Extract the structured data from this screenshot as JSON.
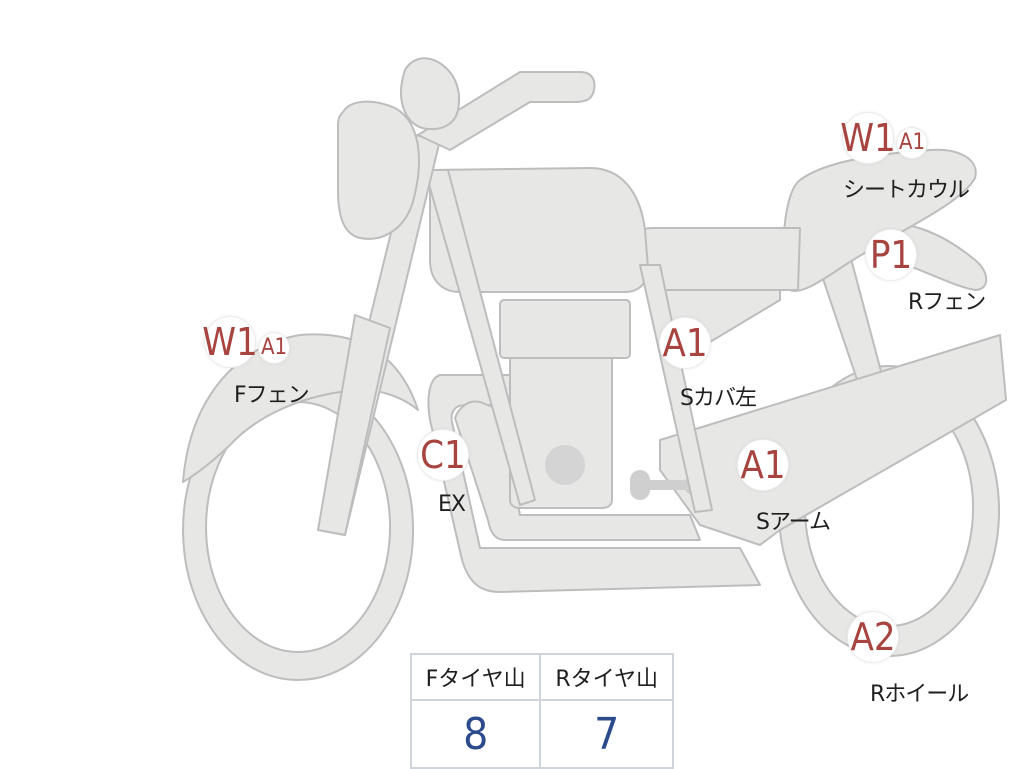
{
  "diagram": {
    "fill_color": "#e7e7e6",
    "stroke_color": "#bdbdbd",
    "marker_color": "#a84440",
    "markers": [
      {
        "id": "w1-seat",
        "code": "W1"
      },
      {
        "id": "a1-seat",
        "code": "A1"
      },
      {
        "id": "p1-rfender",
        "code": "P1"
      },
      {
        "id": "w1-ffender",
        "code": "W1"
      },
      {
        "id": "a1-ffender",
        "code": "A1"
      },
      {
        "id": "a1-scover",
        "code": "A1"
      },
      {
        "id": "c1-ex",
        "code": "C1"
      },
      {
        "id": "a1-sarm",
        "code": "A1"
      },
      {
        "id": "a2-rwheel",
        "code": "A2"
      }
    ],
    "labels": {
      "seat_cowl": "シートカウル",
      "r_fender": "Rフェン",
      "f_fender": "Fフェン",
      "side_cover_left": "Sカバ左",
      "exhaust": "EX",
      "swing_arm": "Sアーム",
      "r_wheel": "Rホイール"
    }
  },
  "tire_table": {
    "headers": [
      "Fタイヤ山",
      "Rタイヤ山"
    ],
    "values": [
      "8",
      "7"
    ]
  }
}
